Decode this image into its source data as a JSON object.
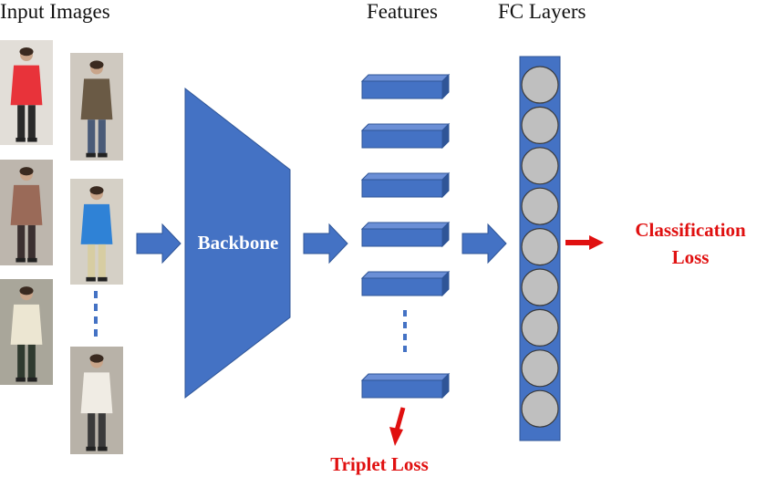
{
  "headers": {
    "input_images": "Input Images",
    "features": "Features",
    "fc_layers": "FC Layers"
  },
  "backbone": {
    "label": "Backbone"
  },
  "losses": {
    "classification_line1": "Classification",
    "classification_line2": "Loss",
    "triplet": "Triplet Loss"
  },
  "colors": {
    "block_fill": "#4472c4",
    "block_top": "#6b8fd6",
    "block_side": "#2f5597",
    "neuron_fill": "#bfbfbf",
    "loss_red": "#e01010",
    "backbone_text": "#ffffff"
  },
  "icons": {
    "input_arrow": "right-block-arrow-icon",
    "loss_arrow": "red-arrow-icon",
    "continuation": "vertical-dots-icon",
    "person": "pedestrian-photo-icon"
  },
  "person_images": [
    {
      "coat": "#e8333a",
      "pants": "#2a2a2a",
      "bg": "#e2ded8"
    },
    {
      "coat": "#6a5a45",
      "pants": "#4a5b78",
      "bg": "#cfc9c0"
    },
    {
      "coat": "#9a6a58",
      "pants": "#3b3030",
      "bg": "#bdb6ad"
    },
    {
      "coat": "#2f82d6",
      "pants": "#d7cda2",
      "bg": "#d5d0c6"
    },
    {
      "coat": "#ece6d2",
      "pants": "#2f3a2f",
      "bg": "#a9a69a"
    },
    {
      "coat": "#f0ece4",
      "pants": "#3a3a3a",
      "bg": "#b8b2a8"
    }
  ],
  "fc_neuron_count": 9,
  "feature_block_count": 6
}
